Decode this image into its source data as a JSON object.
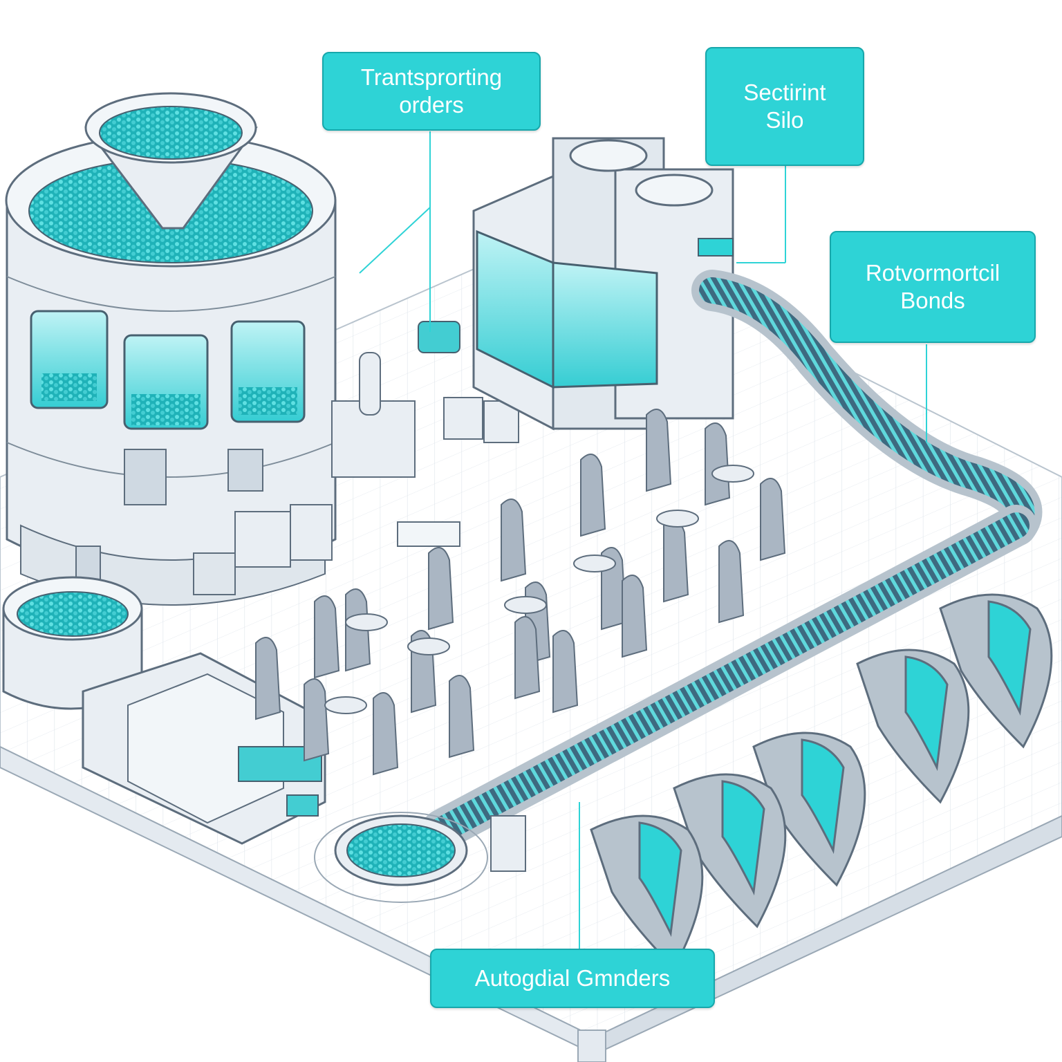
{
  "callouts": {
    "transporting_orders": {
      "line1": "Trantsprorting",
      "line2": "orders"
    },
    "sectirint_silo": {
      "line1": "Sectirint",
      "line2": "Silo"
    },
    "rotvormortcil_bonds": {
      "line1": "Rotvormortcil",
      "line2": "Bonds"
    },
    "autogdial_gmnders": {
      "line1": "Autogdial Gmnders"
    }
  },
  "colors": {
    "accent": "#2ed3d6",
    "accent_dark": "#17a7ab",
    "structure": "#e9eef3",
    "outline": "#5d6d7d",
    "chair": "#aab6c3"
  }
}
